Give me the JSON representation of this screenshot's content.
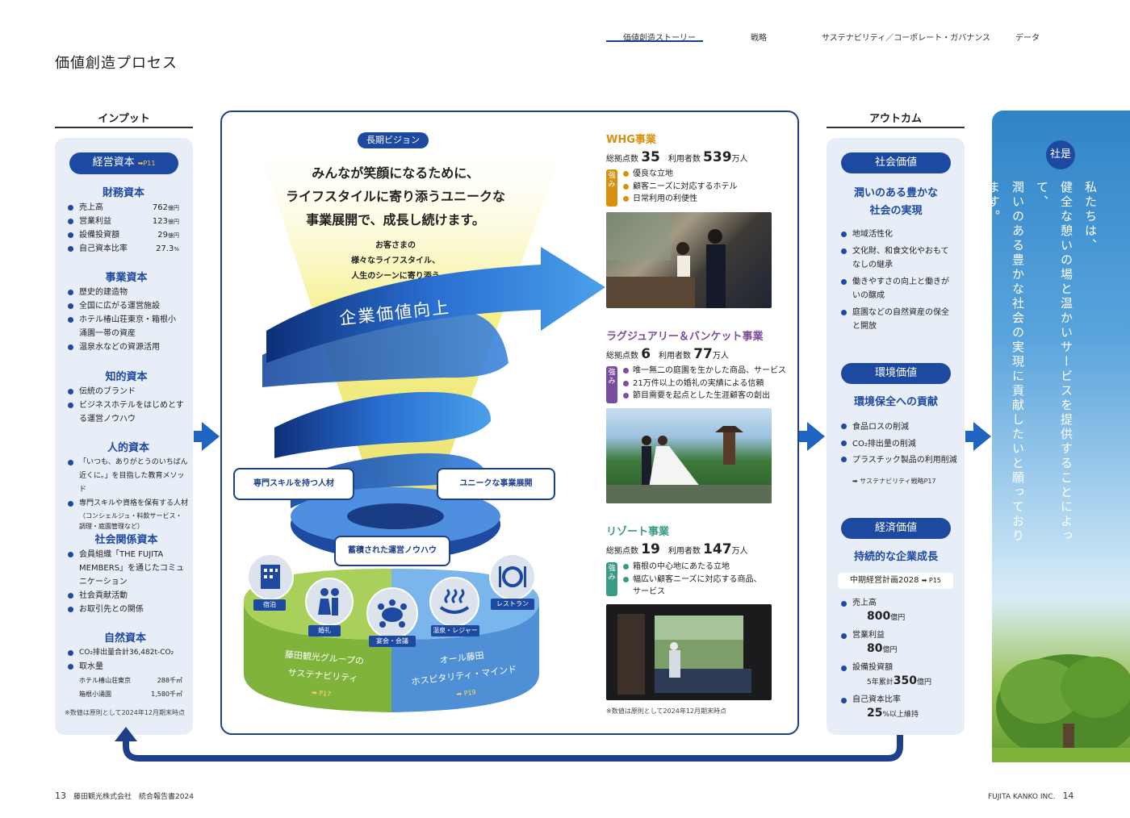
{
  "nav": {
    "tabs": [
      "価値創造ストーリー",
      "戦略",
      "サステナビリティ／コーポレート・ガバナンス",
      "データ"
    ]
  },
  "page_title": "価値創造プロセス",
  "input": {
    "header": "インプット",
    "pill": "経営資本",
    "pill_ref": "➡P11",
    "finance": {
      "title": "財務資本",
      "rows": [
        {
          "k": "売上高",
          "v": "762",
          "u": "億円"
        },
        {
          "k": "営業利益",
          "v": "123",
          "u": "億円"
        },
        {
          "k": "設備投資額",
          "v": "29",
          "u": "億円"
        },
        {
          "k": "自己資本比率",
          "v": "27.3",
          "u": "%"
        }
      ]
    },
    "business": {
      "title": "事業資本",
      "rows": [
        "歴史的建造物",
        "全国に広がる運営施設",
        "ホテル椿山荘東京・箱根小",
        "涌園一帯の資産",
        "温泉水などの資源活用"
      ]
    },
    "intellectual": {
      "title": "知的資本",
      "rows": [
        "伝統のブランド",
        "ビジネスホテルをはじめとす",
        "る運営ノウハウ"
      ]
    },
    "human": {
      "title": "人的資本",
      "rows": [
        "「いつも、ありがとうのいちばん",
        "近くに。」を目指した教育メソッド",
        "専門スキルや資格を保有する人材",
        "（コンシェルジュ・料飲サービス・",
        "調理・庭園管理など）"
      ]
    },
    "social": {
      "title": "社会関係資本",
      "rows": [
        "会員組織「THE FUJITA",
        "MEMBERS」を通じたコミュ",
        "ニケーション",
        "社会貢献活動",
        "お取引先との関係"
      ]
    },
    "natural": {
      "title": "自然資本",
      "row1": "CO₂排出量合計36,482t-CO₂",
      "row2": "取水量",
      "sub1k": "ホテル椿山荘東京",
      "sub1v": "288千㎥",
      "sub2k": "箱根小涌園",
      "sub2v": "1,580千㎥"
    },
    "note": "※数値は原則として2024年12月期末時点"
  },
  "vision": {
    "tag": "長期ビジョン",
    "l1": "みんなが笑顔になるために、",
    "l2": "ライフスタイルに寄り添うユニークな",
    "l3": "事業展開で、成長し続けます。",
    "sub1": "お客さまの",
    "sub2": "様々なライフスタイル、",
    "sub3": "人生のシーンに寄り添う",
    "arrow": "企業価値向上",
    "left_label": "専門スキルを持つ人材",
    "right_label": "ユニークな事業展開",
    "center_label": "蓄積された運営ノウハウ",
    "icons": [
      "宿泊",
      "婚礼",
      "宴会・会議",
      "温泉・レジャー",
      "レストラン"
    ],
    "base_left1": "藤田観光グループの",
    "base_left2": "サステナビリティ",
    "base_left_ref": "➡ P17",
    "base_right1": "オール藤田",
    "base_right2": "ホスピタリティ・マインド",
    "base_right_ref": "➡ P19"
  },
  "biz": [
    {
      "title": "WHG事業",
      "color": "#d9900e",
      "s1": "総拠点数",
      "n1": "35",
      "s2": "利用者数",
      "n2": "539",
      "u2": "万人",
      "tag": "強み",
      "str": [
        "優良な立地",
        "顧客ニーズに対応するホテル",
        "日常利用の利便性"
      ]
    },
    {
      "title": "ラグジュアリー＆バンケット事業",
      "color": "#7a4e9e",
      "s1": "総拠点数",
      "n1": "6",
      "s2": "利用者数",
      "n2": "77",
      "u2": "万人",
      "tag": "強み",
      "str": [
        "唯一無二の庭園を生かした商品、サービス",
        "21万件以上の婚礼の実績による信頼",
        "節目需要を起点とした生涯顧客の創出"
      ]
    },
    {
      "title": "リゾート事業",
      "color": "#3a9a86",
      "s1": "総拠点数",
      "n1": "19",
      "s2": "利用者数",
      "n2": "147",
      "u2": "万人",
      "tag": "強み",
      "str": [
        "箱根の中心地にあたる立地",
        "幅広い顧客ニーズに対応する商品、",
        "サービス"
      ]
    }
  ],
  "biz_note": "※数値は原則として2024年12月期末時点",
  "outcome": {
    "header": "アウトカム",
    "social": {
      "pill": "社会価値",
      "h1": "潤いのある豊かな",
      "h2": "社会の実現",
      "rows": [
        "地域活性化",
        "文化財、和食文化やおもて",
        "なしの継承",
        "働きやすさの向上と働きが",
        "いの醸成",
        "庭園などの自然資産の保全",
        "と開放"
      ]
    },
    "env": {
      "pill": "環境価値",
      "h": "環境保全への貢献",
      "rows": [
        "食品ロスの削減",
        "CO₂排出量の削減",
        "プラスチック製品の利用削減"
      ],
      "ref": "➡ サステナビリティ戦略P17"
    },
    "econ": {
      "pill": "経済価値",
      "h": "持続的な企業成長",
      "plan": "中期経営計画2028",
      "plan_ref": "➡ P15",
      "rows": [
        {
          "k": "売上高",
          "v": "800",
          "u": "億円"
        },
        {
          "k": "営業利益",
          "v": "80",
          "u": "億円"
        },
        {
          "k": "設備投資額",
          "pre": "5年累計",
          "v": "350",
          "u": "億円"
        },
        {
          "k": "自己資本比率",
          "v": "25",
          "u": "%以上維持"
        }
      ]
    }
  },
  "motto": {
    "badge": "社是",
    "l1": "私たちは、",
    "l2": "健全な憩いの場と温かいサービスを提供することによって、",
    "l3": "潤いのある豊かな社会の実現に貢献したいと願っております。"
  },
  "footer": {
    "left_num": "13",
    "left": "藤田観光株式会社　統合報告書2024",
    "right": "FUJITA KANKO INC.",
    "right_num": "14"
  }
}
